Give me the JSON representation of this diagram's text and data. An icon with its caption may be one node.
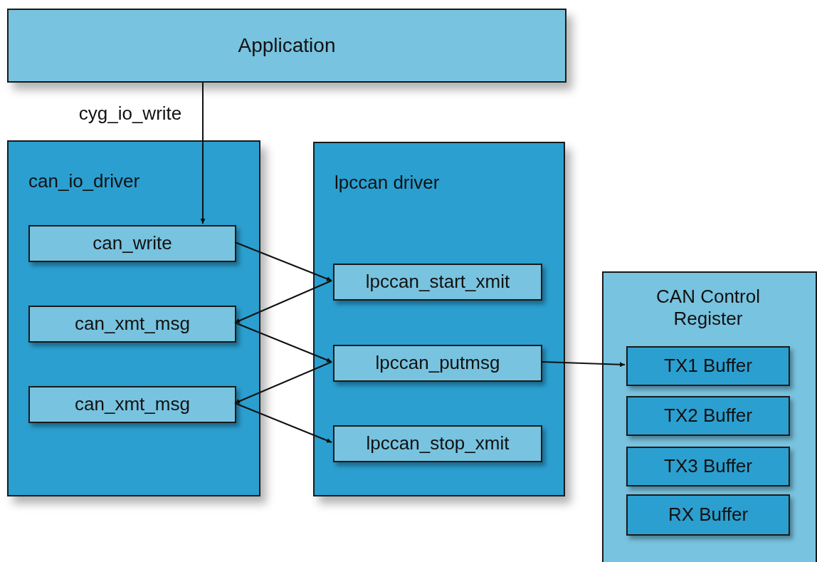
{
  "diagram": {
    "nodes": [
      {
        "text": [
          "Application"
        ]
      },
      {
        "text": [
          "can_io_driver"
        ]
      },
      {
        "text": [
          "can_write"
        ],
        "in": 1
      },
      {
        "text": [
          "can_xmt_msg"
        ],
        "in": 1
      },
      {
        "text": [
          "can_xmt_msg"
        ],
        "in": 1
      },
      {
        "text": [
          "lpccan driver"
        ]
      },
      {
        "text": [
          "lpccan_start_xmit"
        ],
        "in": 5
      },
      {
        "text": [
          "lpccan_putmsg"
        ],
        "in": 5
      },
      {
        "text": [
          "lpccan_stop_xmit"
        ],
        "in": 5
      },
      {
        "text": [
          "CAN Control Register"
        ]
      },
      {
        "text": [
          "TX1 Buffer"
        ],
        "in": 9
      },
      {
        "text": [
          "TX2 Buffer"
        ],
        "in": 9
      },
      {
        "text": [
          "TX3 Buffer"
        ],
        "in": 9
      },
      {
        "text": [
          "RX Buffer"
        ],
        "in": 9
      }
    ],
    "edges": [
      {
        "from": 0,
        "to": 2,
        "arrow": "to",
        "label": "cyg_io_write"
      },
      {
        "from": 2,
        "to": 6,
        "arrow": "to"
      },
      {
        "from": 6,
        "to": 3,
        "arrow": "to"
      },
      {
        "from": 3,
        "to": 7,
        "arrow": "to"
      },
      {
        "from": 7,
        "to": 4,
        "arrow": "to"
      },
      {
        "from": 4,
        "to": 8,
        "arrow": "to"
      },
      {
        "from": 7,
        "to": 10,
        "arrow": "to"
      }
    ]
  }
}
